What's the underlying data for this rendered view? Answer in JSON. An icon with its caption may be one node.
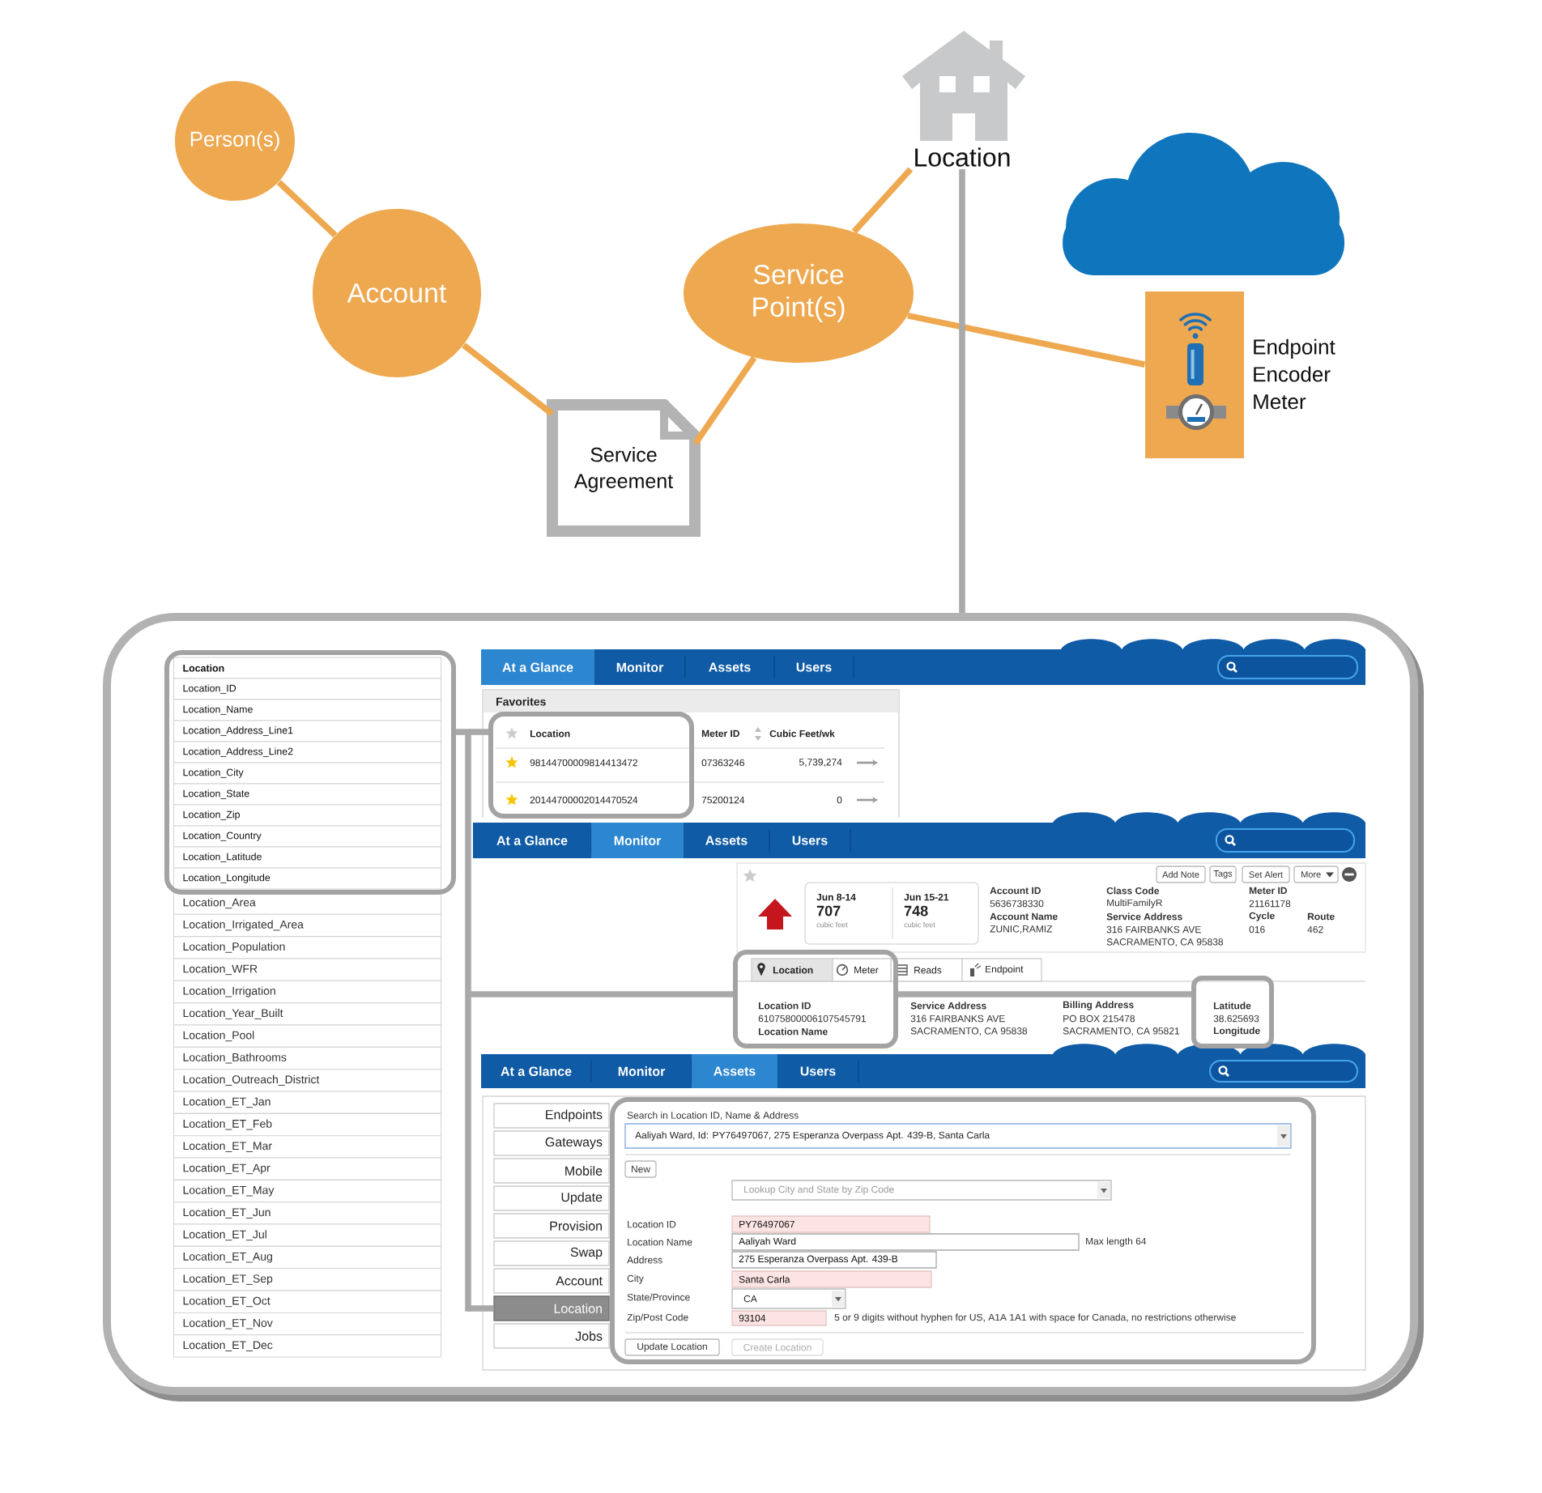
{
  "diagram": {
    "nodes": [
      {
        "text": [
          "Person(s)"
        ]
      },
      {
        "text": [
          "Account"
        ]
      },
      {
        "text": [
          "Service Agreement"
        ]
      },
      {
        "text": [
          "Service Point(s)"
        ]
      },
      {
        "text": [
          "Location"
        ]
      },
      {
        "text": [],
        "shape": "cloud"
      },
      {
        "text": [],
        "shape": "box",
        "beside": [
          "Endpoint Encoder Meter"
        ]
      },
      {
        "text": [],
        "shape": "box"
      },
      {
        "text": [
          "Location",
          "Location_ID",
          "Location_Name",
          "Location_Address_Line1",
          "Location_Address_Line2",
          "Location_City",
          "Location_State",
          "Location_Zip",
          "Location_Country",
          "Location_Latitude",
          "Location_Longitude"
        ],
        "in": 7
      },
      {
        "text": [
          "Location",
          "98144700009814413472",
          "20144700002014470524"
        ],
        "in": 7
      },
      {
        "text": [
          "Location",
          "Meter",
          "Location ID",
          "61075800006107545791",
          "Location Name"
        ],
        "in": 7
      },
      {
        "text": [
          "Latitude",
          "38.625693",
          "Longitude"
        ],
        "in": 7
      },
      {
        "text": [
          "Location"
        ],
        "in": 7
      },
      {
        "text": [
          "Search in Location ID, Name & Address",
          "Aaliyah Ward, Id: PY76497067, 275 Esperanza Overpass Apt. 439-B, Santa Carla",
          "New",
          "Lookup City and State by Zip Code",
          "Location ID",
          "PY76497067",
          "Location Name",
          "Aaliyah Ward",
          "Max length 64",
          "Address",
          "275 Esperanza Overpass Apt. 439-B",
          "City",
          "Santa Carla",
          "State/Province",
          "CA",
          "Zip/Post Code",
          "93104",
          "5 or 9 digits without hyphen for US, A1A 1A1 with space for Canada, no restrictions otherwise",
          "Update Location",
          "Create Location"
        ],
        "in": 7
      }
    ],
    "edges": [
      {
        "from": 0,
        "to": 1,
        "arrow": "none",
        "color": "#eea84f"
      },
      {
        "from": 1,
        "to": 2,
        "arrow": "none",
        "color": "#eea84f"
      },
      {
        "from": 2,
        "to": 3,
        "arrow": "none",
        "color": "#eea84f"
      },
      {
        "from": 3,
        "to": 4,
        "arrow": "none",
        "color": "#eea84f"
      },
      {
        "from": 3,
        "to": 6,
        "arrow": "none",
        "color": "#eea84f"
      },
      {
        "from": 4,
        "to": 7,
        "arrow": "none"
      },
      {
        "from": 8,
        "to": 9,
        "arrow": "none"
      },
      {
        "from": 8,
        "to": 10,
        "arrow": "none"
      },
      {
        "from": 8,
        "to": 12,
        "arrow": "none"
      },
      {
        "from": 10,
        "to": 11,
        "arrow": "none"
      }
    ],
    "labels": [
      "Location_Area",
      "Location_Irrigated_Area",
      "Location_Population",
      "Location_WFR",
      "Location_Irrigation",
      "Location_Year_Built",
      "Location_Pool",
      "Location_Bathrooms",
      "Location_Outreach_District",
      "Location_ET_Jan",
      "Location_ET_Feb",
      "Location_ET_Mar",
      "Location_ET_Apr",
      "Location_ET_May",
      "Location_ET_Jun",
      "Location_ET_Jul",
      "Location_ET_Aug",
      "Location_ET_Sep",
      "Location_ET_Oct",
      "Location_ET_Nov",
      "Location_ET_Dec",
      "At a Glance",
      "Monitor",
      "Assets",
      "Users",
      "Favorites",
      "Meter ID",
      "Cubic Feet/wk",
      "07363246",
      "5,739,274",
      "75200124",
      "0",
      "At a Glance",
      "Monitor",
      "Assets",
      "Users",
      "Add Note",
      "Tags",
      "Set Alert",
      "More",
      "Jun 8-14",
      "707",
      "cubic feet",
      "Jun 15-21",
      "748",
      "cubic feet",
      "Account ID",
      "5636738330",
      "Account Name",
      "ZUNIC,RAMIZ",
      "Class Code",
      "MultiFamilyR",
      "Service Address",
      "316 FAIRBANKS AVE",
      "SACRAMENTO, CA 95838",
      "Meter ID",
      "21161178",
      "Cycle",
      "016",
      "Route",
      "462",
      "Reads",
      "Endpoint",
      "Service Address",
      "316 FAIRBANKS AVE",
      "SACRAMENTO, CA 95838",
      "Billing Address",
      "PO BOX 215478",
      "SACRAMENTO, CA 95821",
      "At a Glance",
      "Monitor",
      "Assets",
      "Users",
      "Endpoints",
      "Gateways",
      "Mobile",
      "Update",
      "Provision",
      "Swap",
      "Account",
      "Jobs"
    ]
  }
}
